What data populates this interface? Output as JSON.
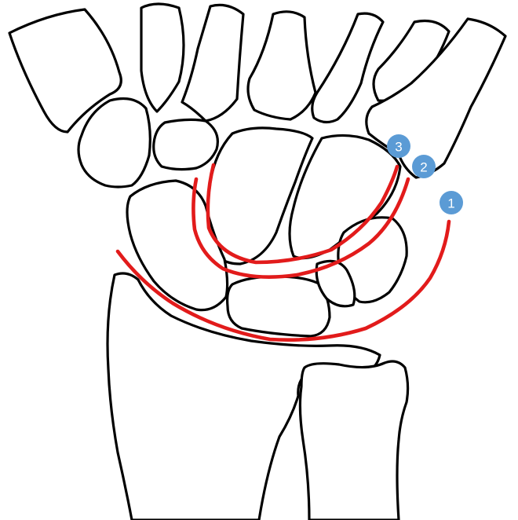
{
  "colors": {
    "outline": "#000000",
    "arc": "#e21b1b",
    "marker_fill": "#5b9bd5",
    "marker_text": "#ffffff",
    "background": "#ffffff"
  },
  "arcs": [
    {
      "id": "arc-1",
      "label": "1"
    },
    {
      "id": "arc-2",
      "label": "2"
    },
    {
      "id": "arc-3",
      "label": "3"
    }
  ]
}
